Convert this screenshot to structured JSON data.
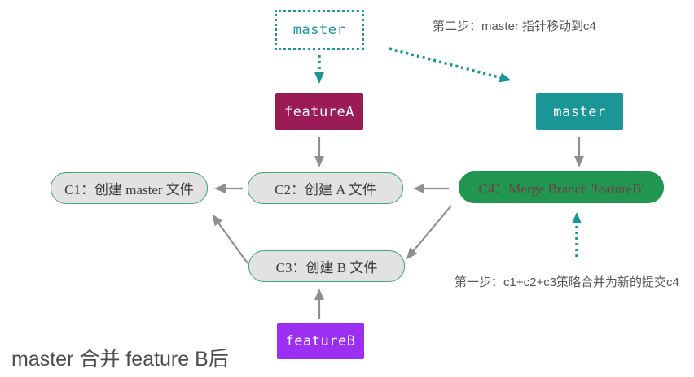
{
  "caption": "master 合并 feature B后",
  "branches": {
    "master_previous": "master",
    "featureA": "featureA",
    "master": "master",
    "featureB": "featureB"
  },
  "commits": {
    "c1": "C1：创建 master 文件",
    "c2": "C2：创建 A 文件",
    "c3": "C3：创建 B 文件",
    "c4": "C4：Merge Branch 'featureB'"
  },
  "annotations": {
    "step2": "第二步：master 指针移动到c4",
    "step1": "第一步：c1+c2+c3策略合并为新的提交c4"
  },
  "colors": {
    "teal": "#1b9696",
    "maroon": "#9b1b56",
    "purple": "#9b2ff2",
    "green": "#219653",
    "commit_fill": "#e2e2e2",
    "commit_border": "#3fa573",
    "arrow_gray": "#8f8f8f",
    "c4_text": "#6e4242"
  }
}
